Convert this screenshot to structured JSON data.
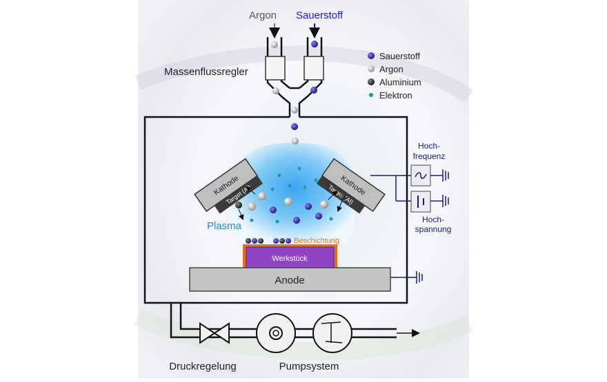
{
  "inputs": {
    "argon": "Argon",
    "oxygen": "Sauerstoff",
    "mfc": "Massenflussregler"
  },
  "legend": {
    "oxygen": "Sauerstoff",
    "argon": "Argon",
    "aluminium": "Aluminium",
    "electron": "Elektron"
  },
  "chamber": {
    "cathode": "Kathode",
    "target": "Target (Al)",
    "plasma": "Plasma",
    "coating": "Beschichtung",
    "workpiece": "Werkstück",
    "anode": "Anode"
  },
  "power": {
    "rf_line1": "Hoch-",
    "rf_line2": "frequenz",
    "hv_line1": "Hoch-",
    "hv_line2": "spannung"
  },
  "bottom": {
    "pressure": "Druckregelung",
    "pump": "Pumpsystem"
  },
  "colors": {
    "oxygen": "#2a1f8f",
    "argon": "#bdbdbd",
    "aluminium": "#222222",
    "electron": "#1a9aa0",
    "workpiece": "#8e44c4",
    "coating": "#e07020",
    "oxygen_label": "#1a1adb",
    "plasma_label": "#1e8fe0",
    "power_label": "#1a1a7a"
  }
}
